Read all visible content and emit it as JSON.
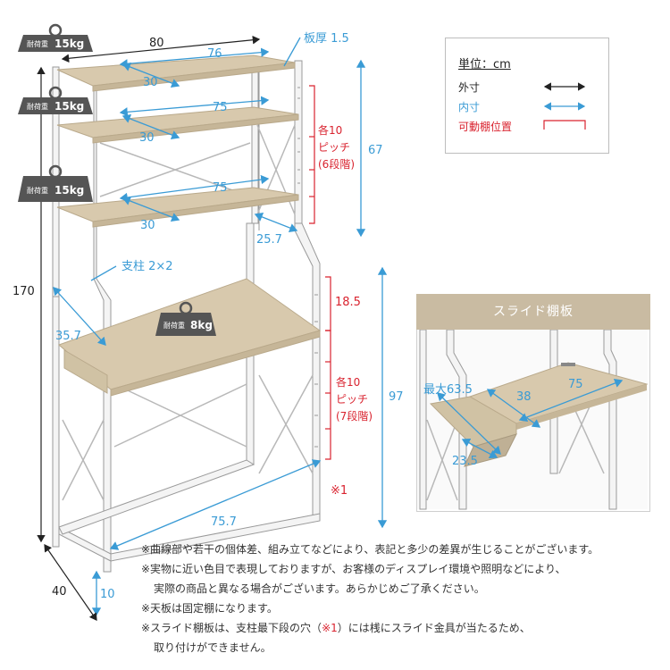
{
  "dims": {
    "outer_width": "80",
    "board_thickness": "板厚 1.5",
    "shelf_width_top": "76",
    "shelf_depth_top": "30",
    "shelf_width_mid": "75",
    "shelf_depth_mid": "30",
    "shelf_width_low": "75",
    "shelf_depth_low": "30",
    "upper_height": "67",
    "upper_depth": "25.7",
    "total_height": "170",
    "desk_depth": "35.7",
    "desk_width": "75.7",
    "lower_height": "97",
    "top_gap": "18.5",
    "depth_base": "40",
    "foot": "10",
    "post_size": "支柱 2×2",
    "mark": "※1"
  },
  "pitch_upper": [
    "各10",
    "ピッチ",
    "(6段階)"
  ],
  "pitch_lower": [
    "各10",
    "ピッチ",
    "(7段階)"
  ],
  "load_badges": {
    "prefix": "耐荷重",
    "shelf1": "15kg",
    "shelf2": "15kg",
    "shelf3": "15kg",
    "desk": "8kg"
  },
  "legend": {
    "unit": "単位：cm",
    "outer": "外寸",
    "inner": "内寸",
    "movable": "可動棚位置",
    "outer_color": "#222222",
    "inner_color": "#3a9bd5",
    "movable_color": "#d9232f"
  },
  "slide": {
    "title": "スライド棚板",
    "max": "最大63.5",
    "width": "75",
    "depth": "38",
    "side": "23.5"
  },
  "notes": [
    {
      "text": "※曲線部や若干の個体差、組み立てなどにより、表記と多少の差異が生じることがございます。"
    },
    {
      "text": "※実物に近い色目で表現しておりますが、お客様のディスプレイ環境や照明などにより、",
      "cont": "実際の商品と異なる場合がございます。あらかじめご了承ください。"
    },
    {
      "text": "※天板は固定棚になります。"
    },
    {
      "pre": "※スライド棚板は、支柱最下段の穴（",
      "red": "※1",
      "post": "）には桟にスライド金具が当たるため、",
      "cont": "取り付けができません。"
    }
  ],
  "colors": {
    "dim_blue": "#3a9bd5",
    "dim_red": "#d9232f",
    "wood": "#d8c9ad",
    "wood_edge": "#b9a98b",
    "frame": "#f4f4f4",
    "frame_edge": "#9a9a9a",
    "badge": "#555555"
  }
}
